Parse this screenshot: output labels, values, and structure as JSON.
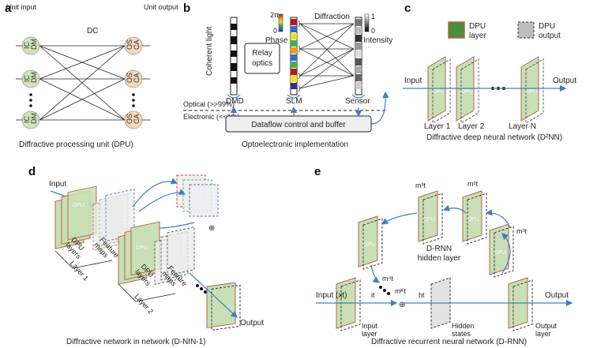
{
  "panels": {
    "a": {
      "letter": "a",
      "unit_input": "Unit\ninput",
      "unit_output": "Unit\noutput",
      "dc": "DC",
      "node_left_top": "IC",
      "node_left_bottom": "DM",
      "node_right_top": "OS",
      "node_right_bottom": "CA",
      "caption": "Diffractive processing unit (DPU)"
    },
    "b": {
      "letter": "b",
      "coherent_light": "Coherent light",
      "relay_optics": "Relay\noptics",
      "phase_max": "2π",
      "phase_min": "0",
      "phase_label": "Phase",
      "diffraction": "Diffraction",
      "intensity_max": "1",
      "intensity_min": "0",
      "intensity_label": "Intensity",
      "dmd": "DMD",
      "slm": "SLM",
      "sensor": "Sensor",
      "optical": "Optical (>>99%)",
      "electronic": "Electronic (<<1%)",
      "dataflow": "Dataflow control and buffer",
      "caption": "Optoelectronic implementation"
    },
    "c": {
      "letter": "c",
      "legend_dpu_layer": "DPU\nlayer",
      "legend_dpu_output": "DPU\noutput",
      "input": "Input",
      "output": "Output",
      "dpu": "DPU",
      "layer1": "Layer 1",
      "layer2": "Layer 2",
      "layerN": "Layer N",
      "caption": "Diffractive deep neural network (D²NN)"
    },
    "d": {
      "letter": "d",
      "input": "Input",
      "dpu_layers": "DPU\nlayers",
      "feature_maps": "Feature\nmaps",
      "layer1": "Layer 1",
      "layer2": "Layer 2",
      "output": "Output",
      "dpu": "DPU",
      "plus": "⊕",
      "caption": "Diffractive network in network (D-NIN-1)"
    },
    "e": {
      "letter": "e",
      "m3": "m³t",
      "m2": "m²t",
      "m1": "m¹t",
      "m4": "m⁴t",
      "mK": "mᴷt",
      "drnn_hidden": "D-RNN\nhidden layer",
      "input": "Input (xt)",
      "it": "it",
      "ht": "ht",
      "output": "Output",
      "input_layer": "Input\nlayer",
      "hidden_states": "Hidden\nstates",
      "output_layer": "Output\nlayer",
      "dpu": "DPU",
      "plus": "⊕",
      "caption": "Diffractive recurrent neural network (D-RNN)"
    }
  },
  "colors": {
    "dpu_green": "#c9dfb6",
    "dpu_border": "#b5654a",
    "output_gray": "#d6d6d6",
    "arrow_blue": "#3b80c6",
    "node_green": "#cfe6b8",
    "node_orange": "#f6d9b8"
  }
}
